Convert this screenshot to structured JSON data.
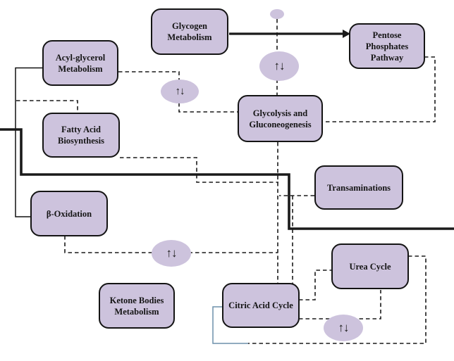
{
  "diagram": {
    "background_color": "#ffffff",
    "node_fill_color": "#cdc3dd",
    "node_border_color": "#141414",
    "connector_color": "#1a1a1a",
    "highlight_connector_color": "#6d91ab",
    "exchange_symbol": "↑↓",
    "nodes": [
      {
        "id": "glycogen-metabolism",
        "label": "Glycogen Metabolism"
      },
      {
        "id": "pentose-phosphates-pathway",
        "label": "Pentose Phosphates Pathway"
      },
      {
        "id": "acyl-glycerol-metabolism",
        "label": "Acyl-glycerol Metabolism"
      },
      {
        "id": "fatty-acid-biosynthesis",
        "label": "Fatty Acid Biosynthesis"
      },
      {
        "id": "glycolysis-gluconeogenesis",
        "label": "Glycolysis and Gluconeogenesis"
      },
      {
        "id": "transaminations",
        "label": "Transaminations"
      },
      {
        "id": "beta-oxidation",
        "label": "β-Oxidation"
      },
      {
        "id": "urea-cycle",
        "label": "Urea Cycle"
      },
      {
        "id": "citric-acid-cycle",
        "label": "Citric Acid Cycle"
      },
      {
        "id": "ketone-bodies-metabolism",
        "label": "Ketone Bodies Metabolism"
      }
    ],
    "connectors": [
      {
        "from": "Glycogen Metabolism",
        "to": "Pentose Phosphates Pathway",
        "type": "solid-arrow"
      },
      {
        "from": "Glycogen Metabolism",
        "to": "Glycolysis and Gluconeogenesis",
        "type": "dashed-bidirectional"
      },
      {
        "from": "Acyl-glycerol Metabolism",
        "to": "Glycolysis and Gluconeogenesis",
        "type": "dashed-bidirectional"
      },
      {
        "from": "Acyl-glycerol Metabolism",
        "to": "β-Oxidation",
        "type": "solid"
      },
      {
        "from": "Acyl-glycerol Metabolism",
        "to": "Fatty Acid Biosynthesis",
        "type": "dashed"
      },
      {
        "from": "Fatty Acid Biosynthesis",
        "to": "Glycolysis and Gluconeogenesis",
        "type": "dashed"
      },
      {
        "from": "Pentose Phosphates Pathway",
        "to": "Glycolysis and Gluconeogenesis",
        "type": "dashed"
      },
      {
        "from": "Glycolysis and Gluconeogenesis",
        "to": "Citric Acid Cycle",
        "type": "dashed"
      },
      {
        "from": "Transaminations",
        "to": "Citric Acid Cycle",
        "type": "dashed"
      },
      {
        "from": "β-Oxidation",
        "to": "Citric Acid Cycle",
        "type": "dashed-bidirectional"
      },
      {
        "from": "Citric Acid Cycle",
        "to": "Urea Cycle",
        "type": "dashed"
      },
      {
        "from": "Citric Acid Cycle",
        "to": "Urea Cycle",
        "type": "dashed-bidirectional"
      },
      {
        "from": "Urea Cycle",
        "to": "Citric Acid Cycle",
        "type": "dashed-highlight-loop"
      }
    ]
  }
}
